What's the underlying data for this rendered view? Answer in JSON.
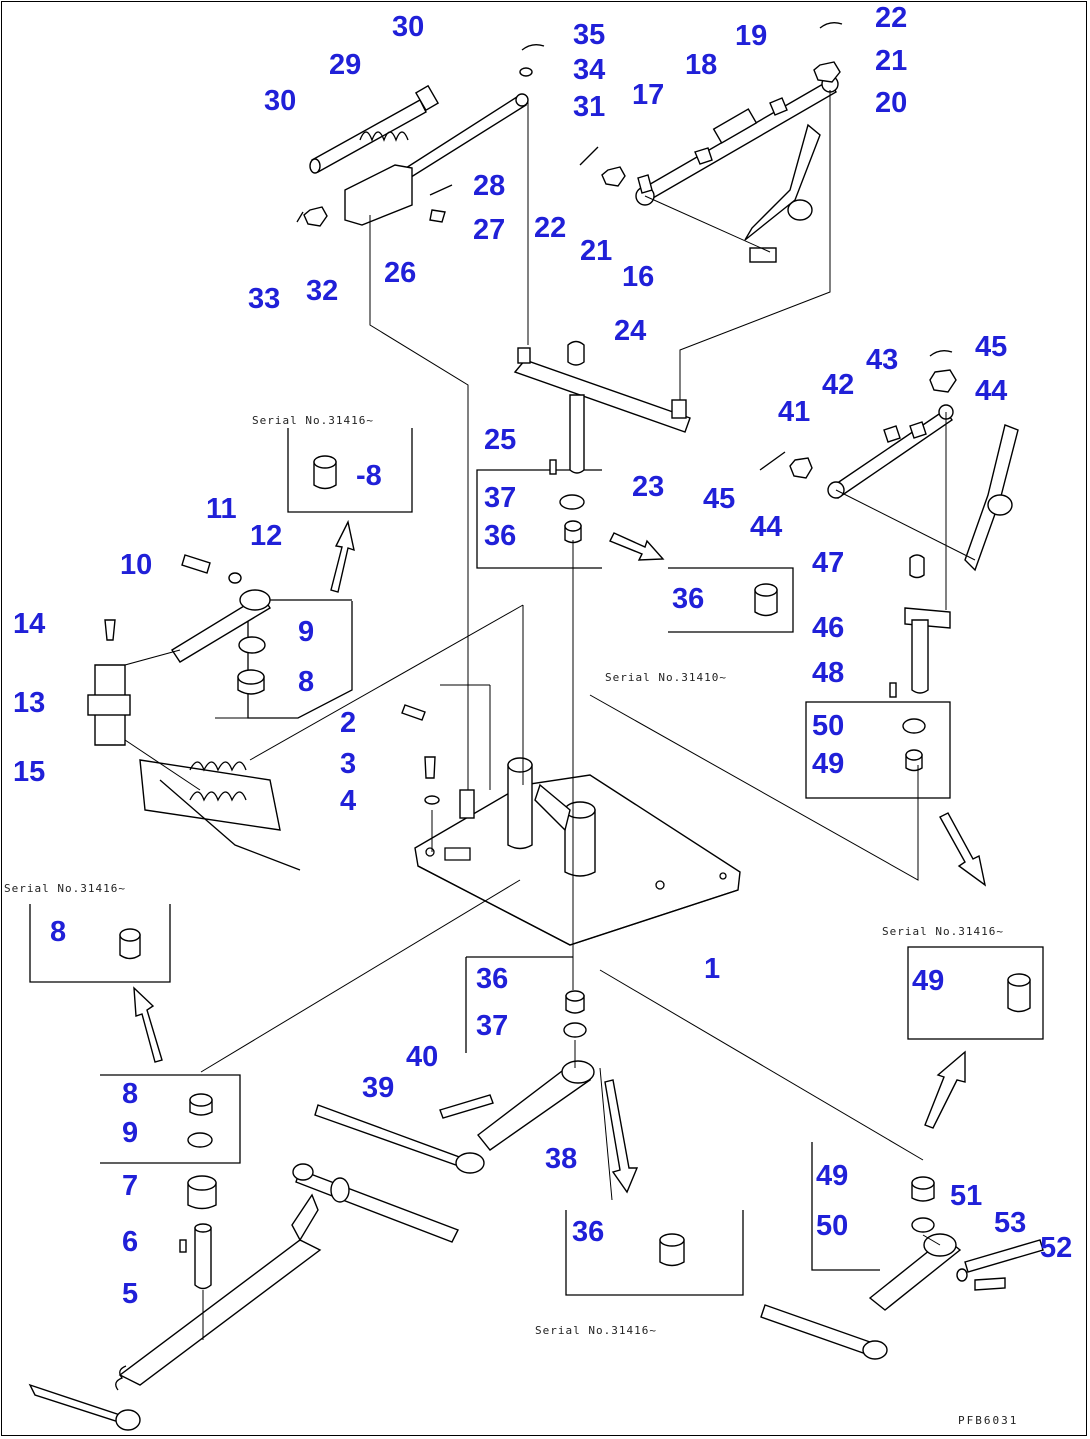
{
  "diagram": {
    "reference_code": "PFB6031",
    "serial_notes": [
      "Serial No.31416~",
      "Serial No.31410~",
      "Serial No.31416~",
      "Serial No.31416~",
      "Serial No.31416~"
    ],
    "callouts": [
      {
        "id": "c1",
        "text": "1"
      },
      {
        "id": "c2",
        "text": "2"
      },
      {
        "id": "c3",
        "text": "3"
      },
      {
        "id": "c4",
        "text": "4"
      },
      {
        "id": "c5",
        "text": "5"
      },
      {
        "id": "c6",
        "text": "6"
      },
      {
        "id": "c7",
        "text": "7"
      },
      {
        "id": "c8a",
        "text": "-8"
      },
      {
        "id": "c8b",
        "text": "8"
      },
      {
        "id": "c8c",
        "text": "8"
      },
      {
        "id": "c8d",
        "text": "8"
      },
      {
        "id": "c9a",
        "text": "9"
      },
      {
        "id": "c9b",
        "text": "9"
      },
      {
        "id": "c10",
        "text": "10"
      },
      {
        "id": "c11",
        "text": "11"
      },
      {
        "id": "c12",
        "text": "12"
      },
      {
        "id": "c13",
        "text": "13"
      },
      {
        "id": "c14",
        "text": "14"
      },
      {
        "id": "c15",
        "text": "15"
      },
      {
        "id": "c16",
        "text": "16"
      },
      {
        "id": "c17",
        "text": "17"
      },
      {
        "id": "c18",
        "text": "18"
      },
      {
        "id": "c19",
        "text": "19"
      },
      {
        "id": "c20",
        "text": "20"
      },
      {
        "id": "c21a",
        "text": "21"
      },
      {
        "id": "c21b",
        "text": "21"
      },
      {
        "id": "c22a",
        "text": "22"
      },
      {
        "id": "c22b",
        "text": "22"
      },
      {
        "id": "c23",
        "text": "23"
      },
      {
        "id": "c24",
        "text": "24"
      },
      {
        "id": "c25",
        "text": "25"
      },
      {
        "id": "c26",
        "text": "26"
      },
      {
        "id": "c27",
        "text": "27"
      },
      {
        "id": "c28",
        "text": "28"
      },
      {
        "id": "c29",
        "text": "29"
      },
      {
        "id": "c30a",
        "text": "30"
      },
      {
        "id": "c30b",
        "text": "30"
      },
      {
        "id": "c31",
        "text": "31"
      },
      {
        "id": "c32",
        "text": "32"
      },
      {
        "id": "c33",
        "text": "33"
      },
      {
        "id": "c34",
        "text": "34"
      },
      {
        "id": "c35",
        "text": "35"
      },
      {
        "id": "c36a",
        "text": "36"
      },
      {
        "id": "c36b",
        "text": "36"
      },
      {
        "id": "c36c",
        "text": "36"
      },
      {
        "id": "c36d",
        "text": "36"
      },
      {
        "id": "c37a",
        "text": "37"
      },
      {
        "id": "c37b",
        "text": "37"
      },
      {
        "id": "c38",
        "text": "38"
      },
      {
        "id": "c39",
        "text": "39"
      },
      {
        "id": "c40",
        "text": "40"
      },
      {
        "id": "c41",
        "text": "41"
      },
      {
        "id": "c42",
        "text": "42"
      },
      {
        "id": "c43",
        "text": "43"
      },
      {
        "id": "c44a",
        "text": "44"
      },
      {
        "id": "c44b",
        "text": "44"
      },
      {
        "id": "c45a",
        "text": "45"
      },
      {
        "id": "c45b",
        "text": "45"
      },
      {
        "id": "c46",
        "text": "46"
      },
      {
        "id": "c47",
        "text": "47"
      },
      {
        "id": "c48",
        "text": "48"
      },
      {
        "id": "c49a",
        "text": "49"
      },
      {
        "id": "c49b",
        "text": "49"
      },
      {
        "id": "c49c",
        "text": "49"
      },
      {
        "id": "c50a",
        "text": "50"
      },
      {
        "id": "c50b",
        "text": "50"
      },
      {
        "id": "c51",
        "text": "51"
      },
      {
        "id": "c52",
        "text": "52"
      },
      {
        "id": "c53",
        "text": "53"
      }
    ]
  }
}
